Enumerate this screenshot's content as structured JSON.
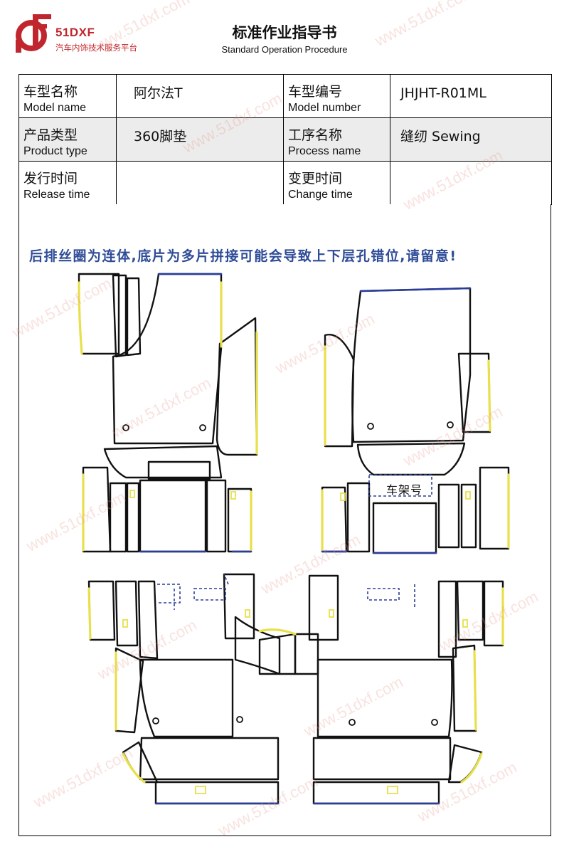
{
  "header": {
    "brand": "51DXF",
    "brand_sub": "汽车内饰技术服务平台",
    "title": "标准作业指导书",
    "subtitle": "Standard Operation Procedure"
  },
  "info_table": {
    "model_name": {
      "cn": "车型名称",
      "en": "Model name",
      "value": "阿尔法T"
    },
    "model_number": {
      "cn": "车型编号",
      "en": "Model number",
      "value": "JHJHT-R01ML"
    },
    "product_type": {
      "cn": "产品类型",
      "en": "Product type",
      "value": "360脚垫"
    },
    "process_name": {
      "cn": "工序名称",
      "en": "Process name",
      "value": "缝纫 Sewing"
    },
    "release_time": {
      "cn": "发行时间",
      "en": "Release time",
      "value": ""
    },
    "change_time": {
      "cn": "变更时间",
      "en": "Change time",
      "value": ""
    }
  },
  "drawing": {
    "warning": "后排丝圈为连体,底片为多片拼接可能会导致上下层孔错位,请留意!",
    "frame_number_label": "车架号"
  },
  "watermark": "www.51dxf.com",
  "colors": {
    "brand_red": "#c0262d",
    "warning_blue": "#2f4c97",
    "edge_yellow": "#e8e04a",
    "edge_blue": "#2a3d9a",
    "outline": "#111111"
  }
}
